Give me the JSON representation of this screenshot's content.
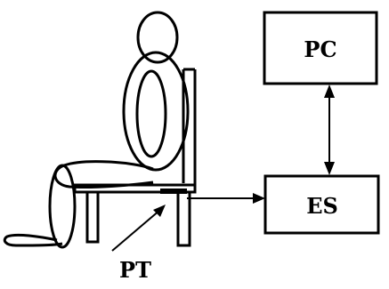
{
  "labels": {
    "pc": "PC",
    "es": "ES",
    "pt": "PT"
  },
  "colors": {
    "stroke": "#000000",
    "background": "#ffffff"
  }
}
